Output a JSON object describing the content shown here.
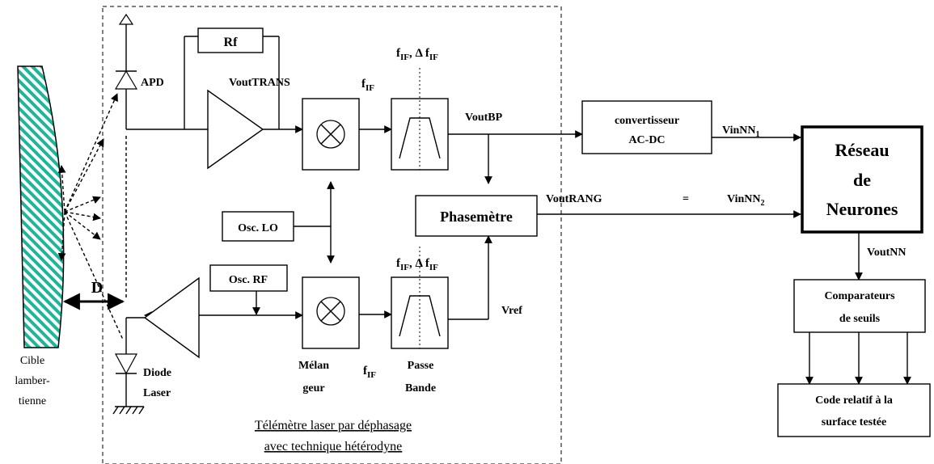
{
  "target": {
    "label_line1": "Cible",
    "label_line2": "lamber-",
    "label_line3": "tienne",
    "fill_color": "#1fb59a"
  },
  "distance_label": "D",
  "apd_label": "APD",
  "rf_label": "Rf",
  "vout_trans": "VoutTRANS",
  "fif": "f",
  "fif_sub": "IF",
  "fif_dfif": {
    "f": "f",
    "sub1": "IF",
    "sep": ", ",
    "delta": "Δ f",
    "sub2": "IF"
  },
  "vout_bp": "VoutBP",
  "osc_lo": "Osc. LO",
  "osc_rf": "Osc. RF",
  "phasemetre": "Phasemètre",
  "vout_rang": "VoutRANG",
  "equals": "=",
  "vinnn1": {
    "main": "VinNN",
    "sub": "1"
  },
  "vinnn2": {
    "main": "VinNN",
    "sub": "2"
  },
  "converter": {
    "line1": "convertisseur",
    "line2": "AC-DC"
  },
  "neural": {
    "line1": "Réseau",
    "line2": "de",
    "line3": "Neurones"
  },
  "vout_nn": "VoutNN",
  "comparators": {
    "line1": "Comparateurs",
    "line2": "de seuils"
  },
  "code_box": {
    "line1": "Code relatif à la",
    "line2": "surface testée"
  },
  "vref": "Vref",
  "diode": {
    "line1": "Diode",
    "line2": "Laser"
  },
  "mixer": {
    "line1": "Mélan",
    "line2": "geur"
  },
  "bandpass": {
    "line1": "Passe",
    "line2": "Bande"
  },
  "telemeter": {
    "line1": "Télémètre laser par déphasage",
    "line2": "avec technique hétérodyne"
  }
}
